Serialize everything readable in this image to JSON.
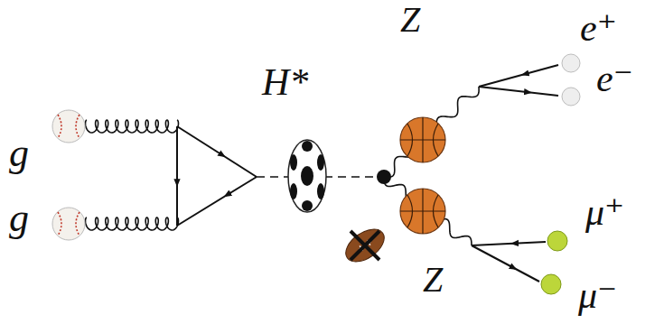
{
  "diagram": {
    "labels": [
      "g",
      "g",
      "H*",
      "Z",
      "e⁺",
      "e⁻",
      "Z",
      "μ⁺",
      "μ⁻"
    ]
  }
}
